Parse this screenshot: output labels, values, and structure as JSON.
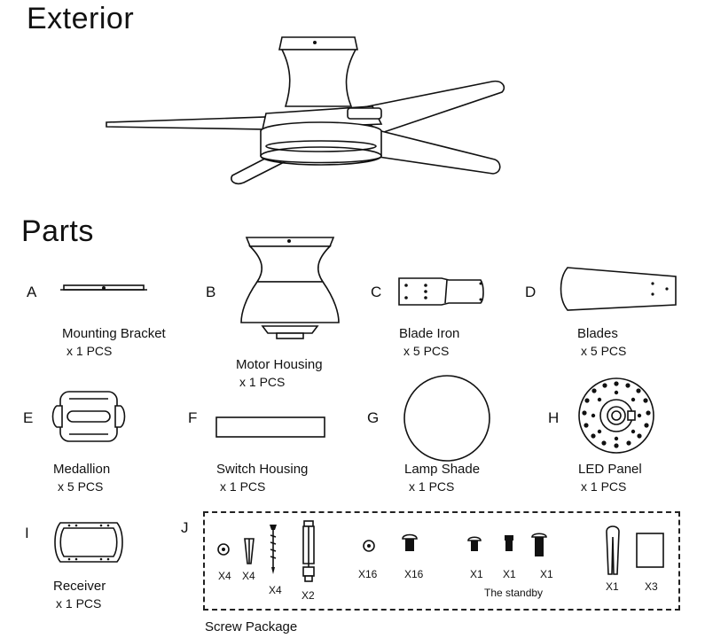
{
  "sections": {
    "exterior_title": "Exterior",
    "parts_title": "Parts"
  },
  "parts": [
    {
      "letter": "A",
      "name": "Mounting Bracket",
      "qty": "x 1 PCS"
    },
    {
      "letter": "B",
      "name": "Motor Housing",
      "qty": "x 1 PCS"
    },
    {
      "letter": "C",
      "name": "Blade Iron",
      "qty": "x 5 PCS"
    },
    {
      "letter": "D",
      "name": "Blades",
      "qty": "x 5 PCS"
    },
    {
      "letter": "E",
      "name": "Medallion",
      "qty": "x 5 PCS"
    },
    {
      "letter": "F",
      "name": "Switch Housing",
      "qty": "x 1 PCS"
    },
    {
      "letter": "G",
      "name": "Lamp Shade",
      "qty": "x 1 PCS"
    },
    {
      "letter": "H",
      "name": "LED Panel",
      "qty": "x 1 PCS"
    },
    {
      "letter": "I",
      "name": "Receiver",
      "qty": "x 1 PCS"
    },
    {
      "letter": "J",
      "name": "Screw Package"
    }
  ],
  "screws": {
    "counts": [
      "X4",
      "X4",
      "X4",
      "X2",
      "X16",
      "X16",
      "X1",
      "X1",
      "X1",
      "X1",
      "X3"
    ],
    "standby_label": "The standby"
  }
}
